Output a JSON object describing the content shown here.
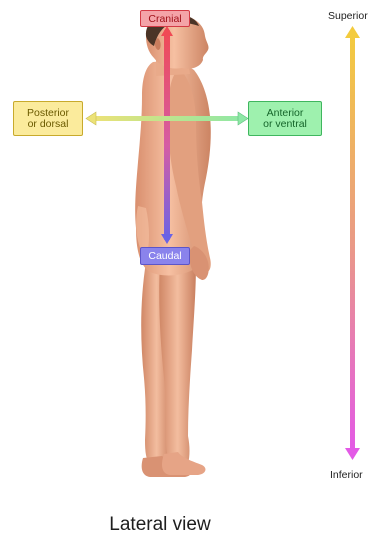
{
  "labels": {
    "cranial": "Cranial",
    "caudal": "Caudal",
    "posterior_line1": "Posterior",
    "posterior_line2": "or dorsal",
    "anterior_line1": "Anterior",
    "anterior_line2": "or ventral",
    "superior": "Superior",
    "inferior": "Inferior"
  },
  "caption": "Lateral view",
  "colors": {
    "cranial_arrow": "#f04a55",
    "caudal_arrow": "#6a63e6",
    "horizontal_arrow_left": "#e9e074",
    "horizontal_arrow_right": "#8ee8a6",
    "vertical_arrow_top": "#f1c640",
    "vertical_arrow_bottom": "#e35ae6",
    "skin": "#f2b291"
  }
}
